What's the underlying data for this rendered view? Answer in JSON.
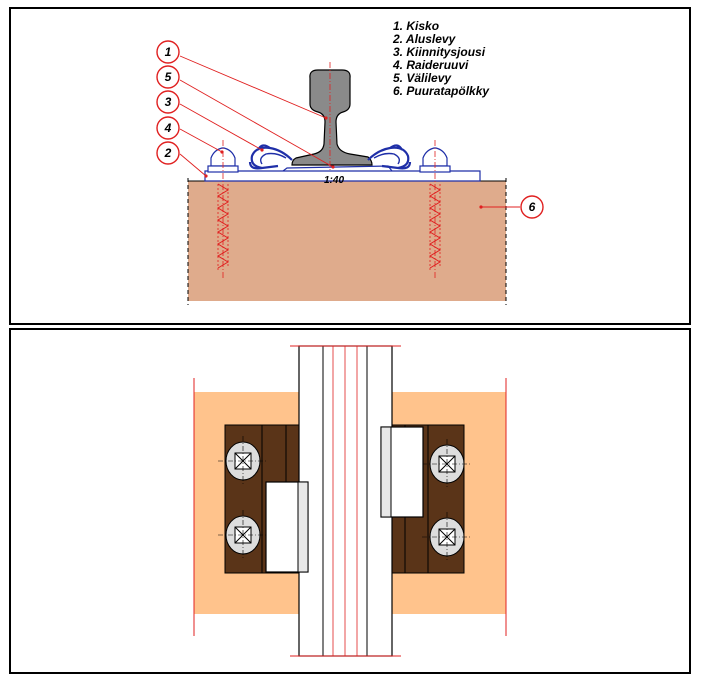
{
  "legend": [
    {
      "number": "1.",
      "label": "Kisko"
    },
    {
      "number": "2.",
      "label": "Aluslevy"
    },
    {
      "number": "3.",
      "label": "Kiinnitysjousi"
    },
    {
      "number": "4.",
      "label": "Raideruuvi"
    },
    {
      "number": "5.",
      "label": "Välilevy"
    },
    {
      "number": "6.",
      "label": "Puuratapölkky"
    }
  ],
  "callouts": {
    "c1": "1",
    "c5": "5",
    "c3": "3",
    "c4": "4",
    "c2": "2",
    "c6": "6"
  },
  "inclination_label": "1:40",
  "colors": {
    "sleeper": "#dfab8c",
    "sleeper_plan": "#ffc38c",
    "base_plate": "#5a3418",
    "rail": "#8a8a8a",
    "clip": "#1f2fa8",
    "marker": "#e02020",
    "outline": "#000000"
  }
}
